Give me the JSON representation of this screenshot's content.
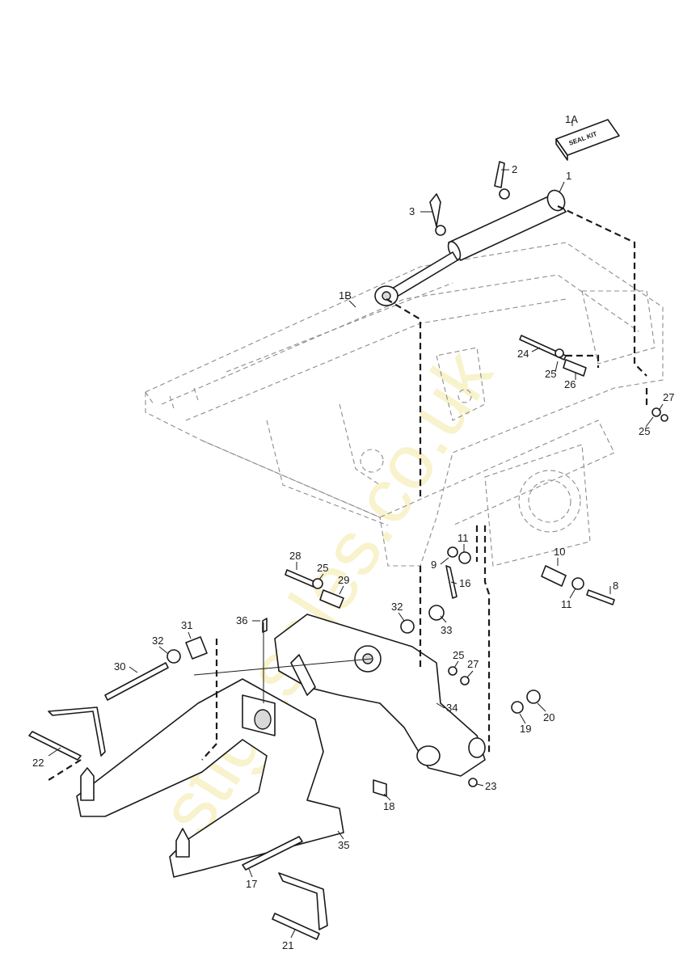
{
  "watermark": "stigasales.co.uk",
  "seal_kit_text": "SEAL KIT",
  "callouts": [
    {
      "id": "c1A",
      "text": "1A"
    },
    {
      "id": "c1",
      "text": "1"
    },
    {
      "id": "c2",
      "text": "2"
    },
    {
      "id": "c3",
      "text": "3"
    },
    {
      "id": "c1B",
      "text": "1B"
    },
    {
      "id": "c24",
      "text": "24"
    },
    {
      "id": "c25a",
      "text": "25"
    },
    {
      "id": "c26",
      "text": "26"
    },
    {
      "id": "c27a",
      "text": "27"
    },
    {
      "id": "c25b",
      "text": "25"
    },
    {
      "id": "c28",
      "text": "28"
    },
    {
      "id": "c25c",
      "text": "25"
    },
    {
      "id": "c29",
      "text": "29"
    },
    {
      "id": "c9",
      "text": "9"
    },
    {
      "id": "c11a",
      "text": "11"
    },
    {
      "id": "c16",
      "text": "16"
    },
    {
      "id": "c10",
      "text": "10"
    },
    {
      "id": "c11b",
      "text": "11"
    },
    {
      "id": "c8",
      "text": "8"
    },
    {
      "id": "c36",
      "text": "36"
    },
    {
      "id": "c32a",
      "text": "32"
    },
    {
      "id": "c33",
      "text": "33"
    },
    {
      "id": "c31",
      "text": "31"
    },
    {
      "id": "c32b",
      "text": "32"
    },
    {
      "id": "c30",
      "text": "30"
    },
    {
      "id": "c25d",
      "text": "25"
    },
    {
      "id": "c27b",
      "text": "27"
    },
    {
      "id": "c34",
      "text": "34"
    },
    {
      "id": "c20",
      "text": "20"
    },
    {
      "id": "c19",
      "text": "19"
    },
    {
      "id": "c22",
      "text": "22"
    },
    {
      "id": "c23",
      "text": "23"
    },
    {
      "id": "c18",
      "text": "18"
    },
    {
      "id": "c35",
      "text": "35"
    },
    {
      "id": "c17",
      "text": "17"
    },
    {
      "id": "c21",
      "text": "21"
    }
  ]
}
